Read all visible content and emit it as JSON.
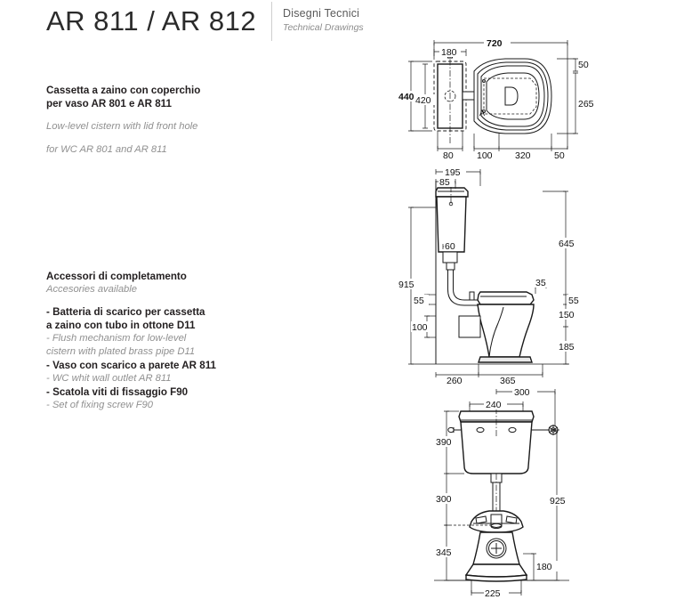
{
  "header": {
    "title": "AR 811 / AR 812",
    "section_it": "Disegni Tecnici",
    "section_en": "Technical Drawings"
  },
  "description": {
    "it_line1": "Cassetta a zaino con coperchio",
    "it_line2": "per vaso AR 801 e AR 811",
    "en_line1": "Low-level cistern with lid front hole",
    "en_line2": "for WC AR 801 and AR 811"
  },
  "accessories": {
    "heading_it": "Accessori di completamento",
    "heading_en": "Accesories available",
    "items": [
      {
        "it_line1": "- Batteria di scarico per cassetta",
        "it_line2": "  a zaino con tubo in ottone  D11",
        "en_line1": "- Flush mechanism for low-level",
        "en_line2": "  cistern with plated brass pipe  D11"
      },
      {
        "it_line1": "- Vaso con scarico a parete AR 811",
        "it_line2": "",
        "en_line1": "- WC whit wall outlet AR 811",
        "en_line2": ""
      },
      {
        "it_line1": "- Scatola viti di fissaggio F90",
        "it_line2": "",
        "en_line1": "- Set of fixing screw F90",
        "en_line2": ""
      }
    ]
  },
  "drawings": {
    "plan_view": {
      "name": "top-plan-view",
      "dimensions": {
        "overall_depth": "720",
        "cistern_width": "180",
        "cistern_height_outer": "440",
        "cistern_height_inner": "420",
        "cistern_depth": "80",
        "gap": "100",
        "bowl_length": "320",
        "bowl_tail": "50",
        "rim_offset": "50",
        "bowl_width": "265"
      }
    },
    "side_view": {
      "name": "side-elevation-view",
      "dimensions": {
        "cistern_top_width": "195",
        "cistern_lid_width": "85",
        "outlet_width": "60",
        "total_height": "915",
        "seat_to_rim": "55",
        "pipe_drop": "100",
        "cistern_top_height": "645",
        "rim_thickness": "35",
        "seat_height": "55",
        "bowl_height": "150",
        "base_height": "185",
        "back_depth": "260",
        "bowl_depth": "365"
      }
    },
    "front_view": {
      "name": "front-elevation-view",
      "dimensions": {
        "cistern_width_outer": "300",
        "cistern_width_inner": "240",
        "cistern_height": "390",
        "pipe_height": "300",
        "bowl_height": "345",
        "total_height": "925",
        "base_height": "180",
        "base_width": "225"
      }
    }
  }
}
